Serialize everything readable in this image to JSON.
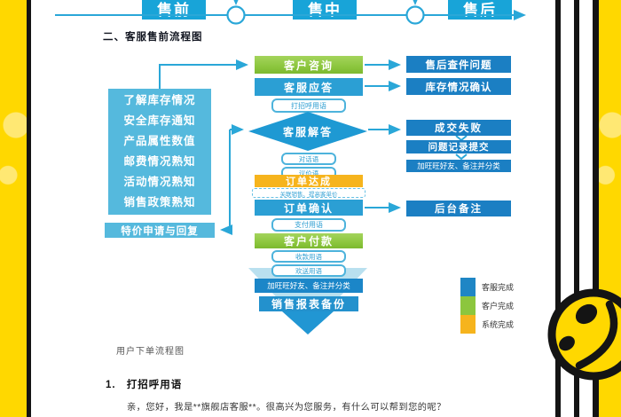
{
  "timeline": {
    "stages": [
      "售前",
      "售中",
      "售后"
    ]
  },
  "heading": {
    "text": "二、客服售前流程图"
  },
  "left": {
    "prep_lines": [
      "了解库存情况",
      "安全库存通知",
      "产品属性数值",
      "邮费情况熟知",
      "活动情况熟知",
      "销售政策熟知"
    ],
    "special_price": "特价申请与回复"
  },
  "middle": {
    "customer_inquiry": "客户咨询",
    "service_reply": "客服应答",
    "greeting_script": "打招呼用语",
    "service_answer": "客服解答",
    "dialog_script": "对话语",
    "bargain_script": "议价语",
    "order_done": "订单达成",
    "upsell_note": "关联销售、提高客单价",
    "order_confirm": "订单确认",
    "payment_script": "支付用语",
    "customer_pay": "客户付款",
    "receipt_script": "收款用语",
    "farewell_script": "欢送用语",
    "funnel_step1": "加旺旺好友、备注并分类",
    "funnel_step2": "销售报表备份"
  },
  "right": {
    "aftersale_issue": "售后查件问题",
    "stock_confirm": "库存情况确认",
    "deal_failed": "成交失败",
    "issue_record": "问题记录提交",
    "add_friend": "加旺旺好友、备注并分类",
    "backend_note": "后台备注"
  },
  "legend": {
    "items": [
      {
        "label": "客服完成",
        "color": "#1f86c5"
      },
      {
        "label": "客户完成",
        "color": "#8cc63e"
      },
      {
        "label": "系统完成",
        "color": "#f6b41d"
      }
    ]
  },
  "footer": {
    "caption": "用户下单流程图",
    "item_number": "1.",
    "item_title": "打招呼用语",
    "item_body": "亲，您好，我是**旗舰店客服**。很高兴为您服务，有什么可以帮到您的呢？"
  },
  "colors": {
    "accent_blue": "#2aa7d8",
    "deep_blue": "#1b7fc3",
    "mid_blue": "#2b9fd4",
    "light_blue": "#55b9dd",
    "green": "#8cc63e",
    "yellow": "#f6b41d",
    "border_yellow": "#ffd800"
  }
}
